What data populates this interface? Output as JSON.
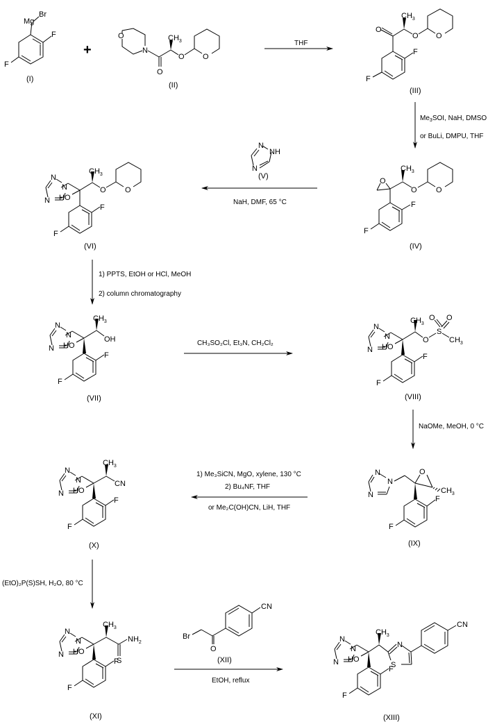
{
  "scheme": {
    "title": "",
    "compounds": [
      {
        "id": "I",
        "label": "(I)",
        "atoms": {
          "metal": "Mg",
          "halide": "Br",
          "f1": "F",
          "f2": "F"
        }
      },
      {
        "id": "II",
        "label": "(II)",
        "atoms": {
          "morph_o": "O",
          "morph_n": "N",
          "carbonyl_o": "O",
          "ch3": "CH",
          "ch3_sub": "3",
          "ether_o": "O",
          "thp_o": "O"
        }
      },
      {
        "id": "III",
        "label": "(III)",
        "atoms": {
          "carbonyl_o": "O",
          "ch3": "CH",
          "ch3_sub": "3",
          "ether_o": "O",
          "thp_o": "O",
          "f1": "F",
          "f2": "F"
        }
      },
      {
        "id": "IV",
        "label": "(IV)",
        "atoms": {
          "epoxide_o": "O",
          "ch3": "CH",
          "ch3_sub": "3",
          "ether_o": "O",
          "thp_o": "O",
          "f1": "F",
          "f2": "F"
        }
      },
      {
        "id": "V",
        "label": "(V)",
        "atoms": {
          "n1": "N",
          "nh": "NH",
          "n3": "N"
        }
      },
      {
        "id": "VI",
        "label": "(VI)",
        "atoms": {
          "n1": "N",
          "n2": "N",
          "n3": "N",
          "ho": "HO",
          "ch3": "CH",
          "ch3_sub": "3",
          "ether_o": "O",
          "thp_o": "O",
          "f1": "F",
          "f2": "F"
        }
      },
      {
        "id": "VII",
        "label": "(VII)",
        "atoms": {
          "n1": "N",
          "n2": "N",
          "n3": "N",
          "ho": "HO",
          "oh": "OH",
          "ch3": "CH",
          "ch3_sub": "3",
          "f1": "F",
          "f2": "F"
        }
      },
      {
        "id": "VIII",
        "label": "(VIII)",
        "atoms": {
          "n1": "N",
          "n2": "N",
          "n3": "N",
          "ho": "HO",
          "ch3": "CH",
          "ch3_sub": "3",
          "ester_o": "O",
          "s": "S",
          "so1": "O",
          "so2": "O",
          "sch3": "CH",
          "sch3_sub": "3",
          "f1": "F",
          "f2": "F"
        }
      },
      {
        "id": "IX",
        "label": "(IX)",
        "atoms": {
          "n1": "N",
          "n2": "N",
          "n3": "N",
          "epoxide_o": "O",
          "ch3": "CH",
          "ch3_sub": "3",
          "f1": "F",
          "f2": "F"
        }
      },
      {
        "id": "X",
        "label": "(X)",
        "atoms": {
          "n1": "N",
          "n2": "N",
          "n3": "N",
          "ho": "HO",
          "ch3": "CH",
          "ch3_sub": "3",
          "cn": "CN",
          "f1": "F",
          "f2": "F"
        }
      },
      {
        "id": "XI",
        "label": "(XI)",
        "atoms": {
          "n1": "N",
          "n2": "N",
          "n3": "N",
          "ho": "HO",
          "ch3": "CH",
          "ch3_sub": "3",
          "nh2": "NH",
          "nh2_sub": "2",
          "s": "S",
          "f1": "F",
          "f2": "F"
        }
      },
      {
        "id": "XII",
        "label": "(XII)",
        "atoms": {
          "br": "Br",
          "carbonyl_o": "O",
          "cn": "CN"
        }
      },
      {
        "id": "XIII",
        "label": "(XIII)",
        "atoms": {
          "n1": "N",
          "n2": "N",
          "n3": "N",
          "ho": "HO",
          "ch3": "CH",
          "ch3_sub": "3",
          "thz_n": "N",
          "thz_s": "S",
          "cn": "CN",
          "f1": "F",
          "f2": "F"
        }
      }
    ],
    "plus": "+",
    "steps": [
      {
        "from": "I+II",
        "to": "III",
        "above": [
          "THF"
        ],
        "below": []
      },
      {
        "from": "III",
        "to": "IV",
        "lines": [
          [
            "Me",
            "3",
            "SOI, NaH, DMSO"
          ],
          [
            "or BuLi, DMPU, THF"
          ]
        ]
      },
      {
        "from": "IV",
        "to": "VI",
        "below": "NaH, DMF, 65 °C"
      },
      {
        "from": "VI",
        "to": "VII",
        "lines": [
          "1) PPTS, EtOH  or  HCl, MeOH",
          "2) column chromatography"
        ]
      },
      {
        "from": "VII",
        "to": "VIII",
        "above": "CH₃SO₂Cl, Et₃N, CH₂Cl₂"
      },
      {
        "from": "VIII",
        "to": "IX",
        "text": "NaOMe, MeOH, 0 °C"
      },
      {
        "from": "IX",
        "to": "X",
        "lines": [
          "1) Me₃SiCN, MgO, xylene, 130 °C",
          "2) Bu₄NF, THF",
          "or Me₂C(OH)CN, LiH, THF"
        ]
      },
      {
        "from": "X",
        "to": "XI",
        "text": "(EtO)₂P(S)SH, H₂O, 80 °C"
      },
      {
        "from": "XI+XII",
        "to": "XIII",
        "below": "EtOH, reflux"
      }
    ]
  }
}
